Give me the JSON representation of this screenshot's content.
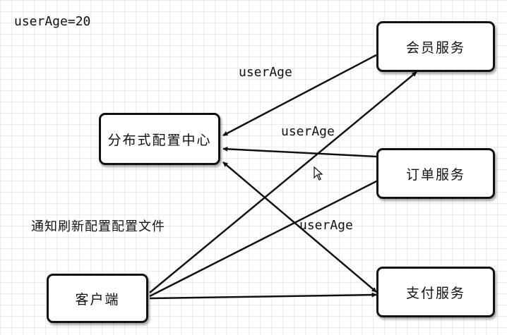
{
  "header_text": "userAge=20",
  "nodes": {
    "config_center": "分布式配置中心",
    "member_service": "会员服务",
    "order_service": "订单服务",
    "payment_service": "支付服务",
    "client": "客户端"
  },
  "edge_labels": [
    "userAge",
    "userAge",
    "userAge"
  ],
  "note": "通知刷新配置配置文件",
  "colors": {
    "stroke": "#111111",
    "grid": "#ececec",
    "background": "#ffffff"
  }
}
